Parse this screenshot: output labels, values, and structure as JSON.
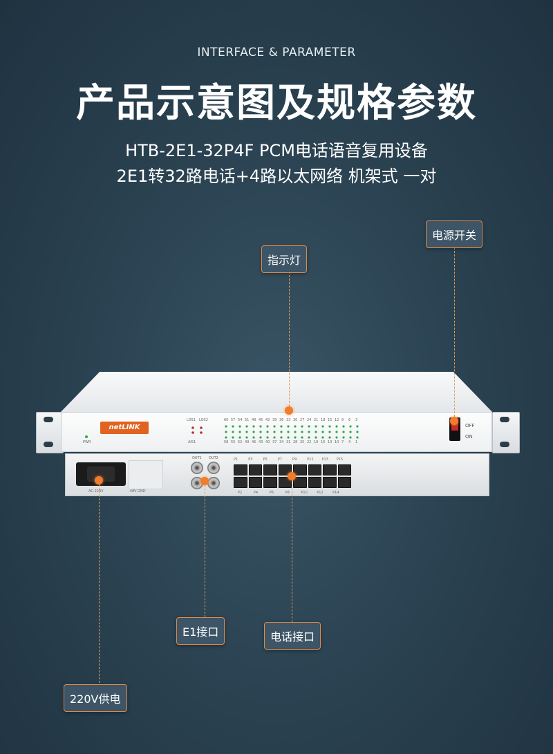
{
  "header": {
    "subtitle_en": "INTERFACE & PARAMETER",
    "title": "产品示意图及规格参数",
    "product_line1": "HTB-2E1-32P4F PCM电话语音复用设备",
    "product_line2": "2E1转32路电话+4路以太网络 机架式 一对"
  },
  "callouts": {
    "power_switch": "电源开关",
    "indicator": "指示灯",
    "e1_port": "E1接口",
    "phone_port": "电话接口",
    "power_supply": "220V供电"
  },
  "device": {
    "logo": "netLINK",
    "front_labels": {
      "pwr": "PWR",
      "los1": "LOS1",
      "los2": "LOS2",
      "ais1": "AIS1",
      "off": "OFF",
      "on": "ON"
    },
    "back_labels": {
      "ac": "AC-220V",
      "dc": "-48V GND",
      "out1": "OUT1",
      "out2": "OUT2"
    },
    "led_top_numbers": [
      "60",
      "57",
      "54",
      "51",
      "48",
      "45",
      "42",
      "39",
      "36",
      "33",
      "30",
      "27",
      "24",
      "21",
      "18",
      "15",
      "12",
      "9",
      "6",
      "3"
    ],
    "led_bottom_numbers": [
      "58",
      "55",
      "52",
      "49",
      "46",
      "43",
      "40",
      "37",
      "34",
      "31",
      "28",
      "25",
      "22",
      "19",
      "16",
      "13",
      "10",
      "7",
      "4",
      "1"
    ],
    "port_top_labels": [
      "P1",
      "P3",
      "P5",
      "P7",
      "P9",
      "P11",
      "P13",
      "P15"
    ],
    "port_bottom_labels": [
      "P2",
      "P4",
      "P6",
      "P8",
      "P10",
      "P12",
      "P14"
    ]
  },
  "colors": {
    "accent": "#f07c2c",
    "background": "#2b4352",
    "callout_bg": "#3d5566",
    "callout_border": "#e08a4a"
  }
}
